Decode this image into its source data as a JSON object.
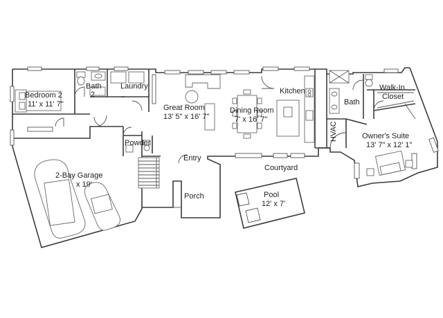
{
  "rooms": {
    "bedroom2": {
      "name": "Bedroom 2",
      "dims": "11' x 11' 7\""
    },
    "bath2": {
      "name": "Bath",
      "sub": "2"
    },
    "laundry": {
      "name": "Laundry"
    },
    "great_room": {
      "name": "Great Room",
      "dims": "13' 5\" x 16' 7\""
    },
    "dining_room": {
      "name": "Dining Room",
      "dims": "7' x 16' 7\""
    },
    "kitchen": {
      "name": "Kitchen"
    },
    "bath": {
      "name": "Bath"
    },
    "walk_in": {
      "name": "Walk-In",
      "sub": "Closet"
    },
    "hvac": {
      "name": "HVAC"
    },
    "owners_suite": {
      "name": "Owner's Suite",
      "dims": "13' 7\" x 12' 1\""
    },
    "powder": {
      "name": "Powder"
    },
    "entry": {
      "name": "Entry"
    },
    "courtyard": {
      "name": "Courtyard"
    },
    "garage": {
      "name": "2-Bay Garage",
      "dims": "x 19'"
    },
    "porch": {
      "name": "Porch"
    },
    "pool": {
      "name": "Pool",
      "dims": "12' x 7'"
    }
  }
}
